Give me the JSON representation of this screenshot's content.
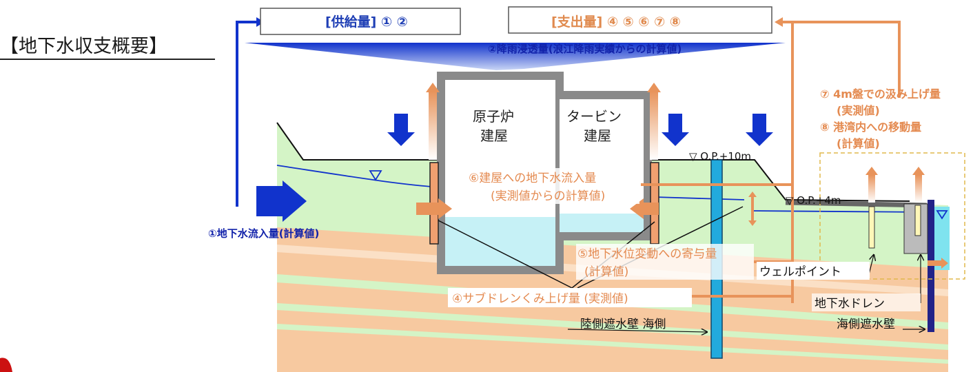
{
  "title": "【地下水収支概要】",
  "supply_box": "[供給量] ① ②",
  "expenditure_box": "[支出量] ④ ⑤ ⑥ ⑦ ⑧",
  "labels": {
    "rainfall": "②降雨浸透量(浪江降雨実績からの計算値)",
    "inflow": "①地下水流入量(計算値)",
    "reactor_line1": "原子炉",
    "reactor_line2": "建屋",
    "turbine_line1": "タービン",
    "turbine_line2": "建屋",
    "building_inflow_line1": "⑥建屋への地下水流入量",
    "building_inflow_line2": "(実測値からの計算値)",
    "op10": "▽ O.P.+10m",
    "op4": "▽ O.P.+4m",
    "pumpup_line1": "⑦ 4m盤での汲み上げ量",
    "pumpup_line2": "(実測値)",
    "harbor_line1": "⑧ 港湾内への移動量",
    "harbor_line2": "(計算値)",
    "level_change_line1": "⑤地下水位変動への寄与量",
    "level_change_line2": "(計算値)",
    "wellpoint": "ウェルポイント",
    "subdrain": "④サブドレンくみ上げ量 (実測値)",
    "groundwater_drain": "地下水ドレン",
    "land_wall": "陸側遮水壁 海側",
    "sea_wall": "海側遮水壁"
  },
  "colors": {
    "supply_blue": "#1133cc",
    "expenditure_orange": "#e8935a",
    "ground_green": "#d4f4c6",
    "soil_orange": "#f7c9a0",
    "water_cyan": "#c6f1f6"
  }
}
